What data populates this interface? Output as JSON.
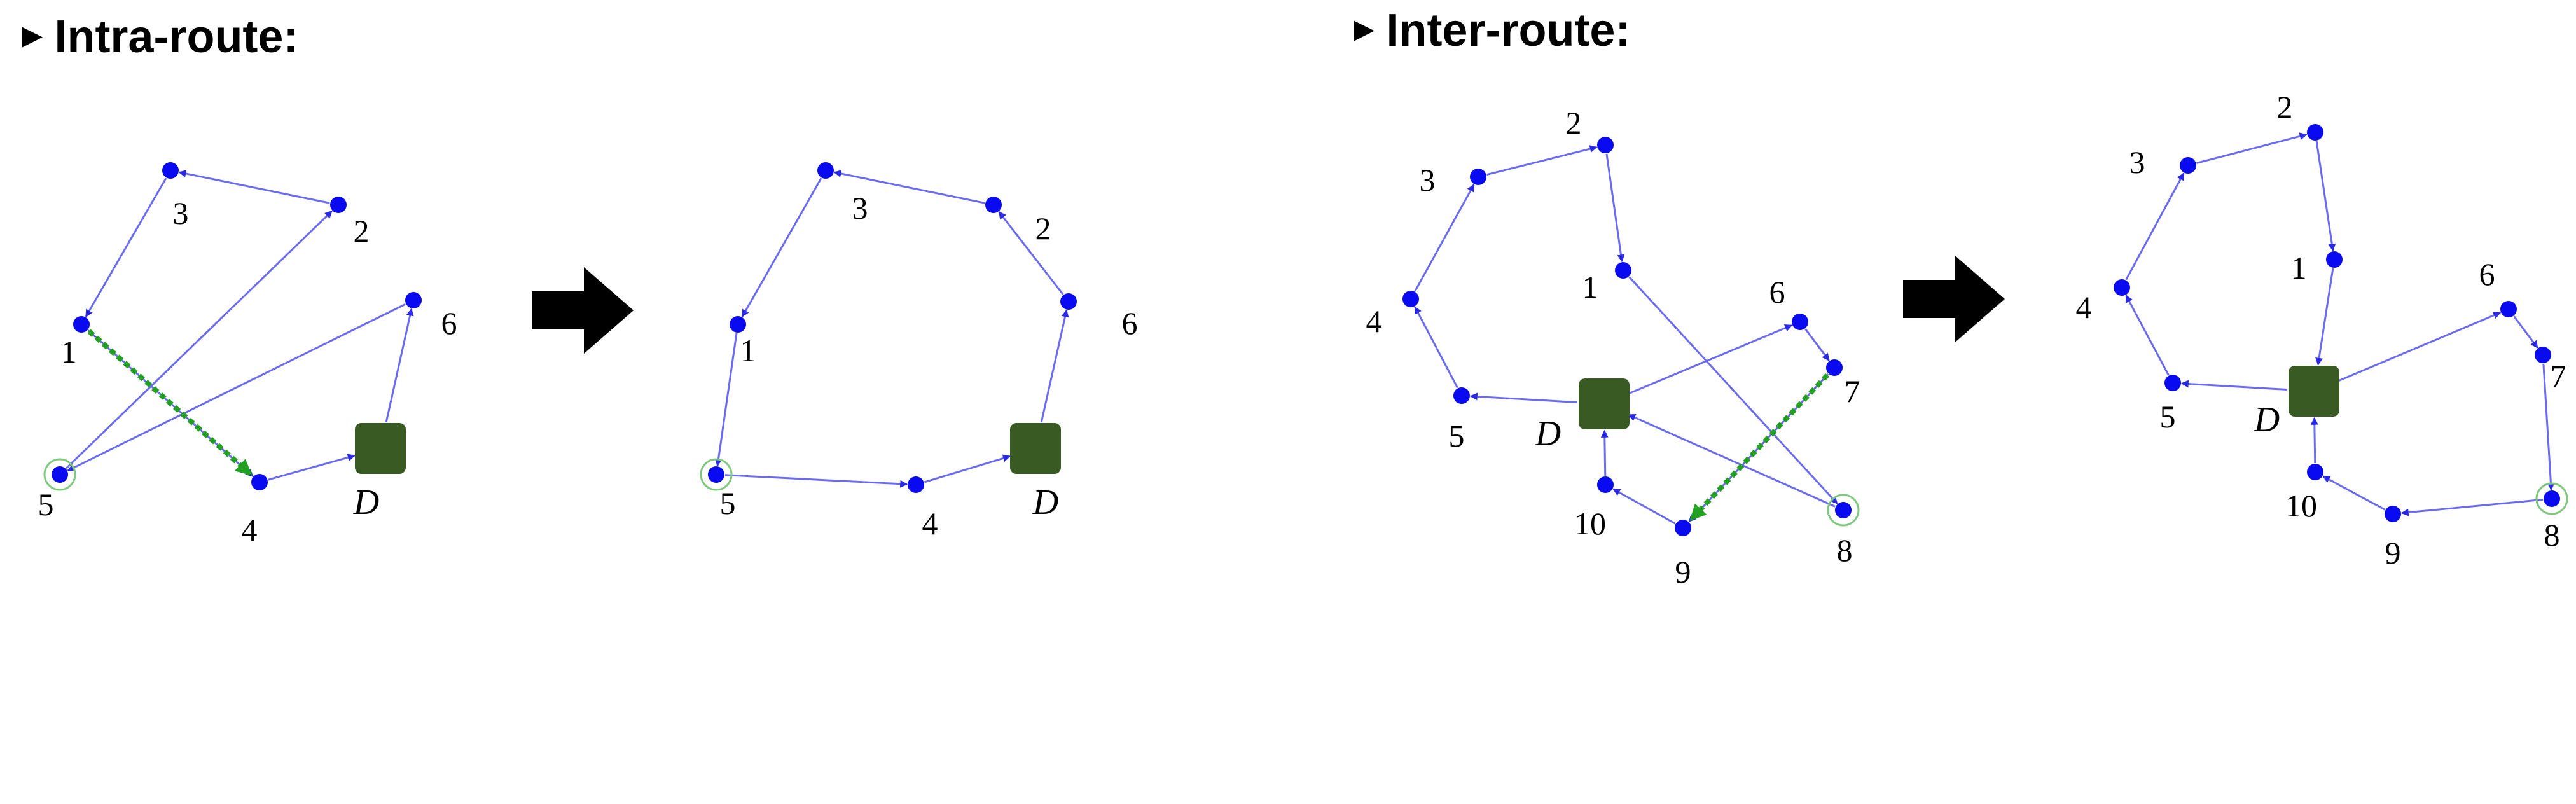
{
  "sections": {
    "intra": {
      "title": "Intra-route:",
      "marker": "►"
    },
    "inter": {
      "title": "Inter-route:",
      "marker": "►"
    }
  },
  "colors": {
    "node": "#0a0af0",
    "edge": "#6b6bf2",
    "move": "#22a022",
    "depot": "#3a5a24",
    "arrow": "#000000",
    "highlight_ring": "#7ec87e"
  },
  "depot_label": "D",
  "panels": [
    {
      "id": "intra-before",
      "nodes": [
        "1",
        "2",
        "3",
        "4",
        "5",
        "6"
      ],
      "route": [
        "D",
        "6",
        "5",
        "2",
        "3",
        "1",
        "4",
        "D"
      ],
      "move": {
        "from": "1",
        "to": "4"
      },
      "highlight": "5"
    },
    {
      "id": "intra-after",
      "nodes": [
        "1",
        "2",
        "3",
        "4",
        "5",
        "6"
      ],
      "route": [
        "D",
        "6",
        "2",
        "3",
        "1",
        "5",
        "4",
        "D"
      ],
      "move": null,
      "highlight": "5"
    },
    {
      "id": "inter-before",
      "nodes": [
        "1",
        "2",
        "3",
        "4",
        "5",
        "6",
        "7",
        "8",
        "9",
        "10"
      ],
      "routes": [
        [
          "D",
          "5",
          "4",
          "3",
          "2",
          "1",
          "8",
          "D"
        ],
        [
          "D",
          "6",
          "7",
          "9",
          "10",
          "D"
        ]
      ],
      "move": {
        "from": "7",
        "to": "9"
      },
      "highlight": "8"
    },
    {
      "id": "inter-after",
      "nodes": [
        "1",
        "2",
        "3",
        "4",
        "5",
        "6",
        "7",
        "8",
        "9",
        "10"
      ],
      "routes": [
        [
          "D",
          "5",
          "4",
          "3",
          "2",
          "1",
          "D"
        ],
        [
          "D",
          "6",
          "7",
          "8",
          "9",
          "10",
          "D"
        ]
      ],
      "move": null,
      "highlight": "8"
    }
  ]
}
